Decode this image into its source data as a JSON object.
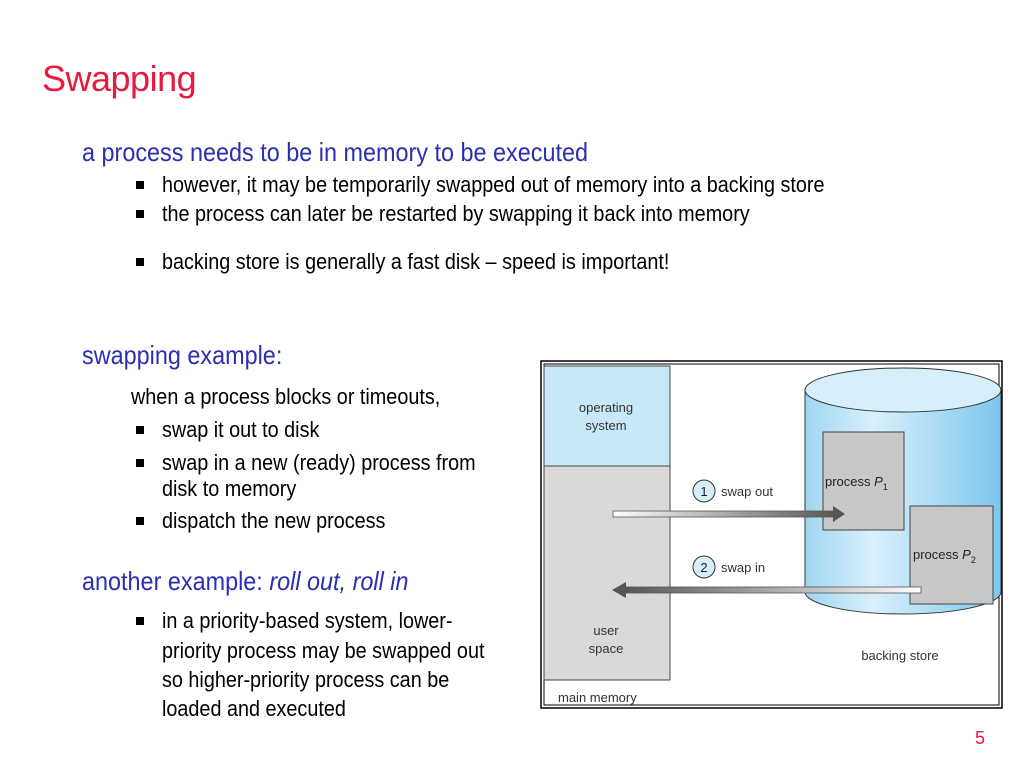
{
  "slide": {
    "title": "Swapping",
    "point1": {
      "text": "a process needs to be in memory to be executed",
      "subs": [
        "however, it may be temporarily swapped out of memory into a backing store",
        "the process can later be restarted by swapping it back into memory",
        "backing store is generally a fast disk – speed is important!"
      ]
    },
    "point2": {
      "text": "swapping example:",
      "intro": "when a process blocks or timeouts,",
      "subs": [
        "swap it out to disk",
        "swap in a new (ready) process from",
        "disk to memory",
        "dispatch the new process"
      ]
    },
    "point3": {
      "text": "another example: ",
      "emphasis": "roll out, roll in",
      "sub_lines": [
        "in a priority-based system, lower-",
        "priority process may be swapped out",
        "so higher-priority process can be",
        "loaded and executed"
      ]
    },
    "page_number": "5"
  },
  "diagram": {
    "os_line1": "operating",
    "os_line2": "system",
    "user_line1": "user",
    "user_line2": "space",
    "main_memory": "main memory",
    "backing_store": "backing store",
    "p1_label": "process ",
    "p1_var": "P",
    "p1_sub": "1",
    "p2_label": "process ",
    "p2_var": "P",
    "p2_sub": "2",
    "step1_num": "1",
    "step1_label": "swap out",
    "step2_num": "2",
    "step2_label": "swap in",
    "colors": {
      "os_fill": "#c9e8f7",
      "memory_fill": "#d9d9d9",
      "disk_fill": "#bfe3f7",
      "process_fill": "#c8c8c8"
    }
  }
}
